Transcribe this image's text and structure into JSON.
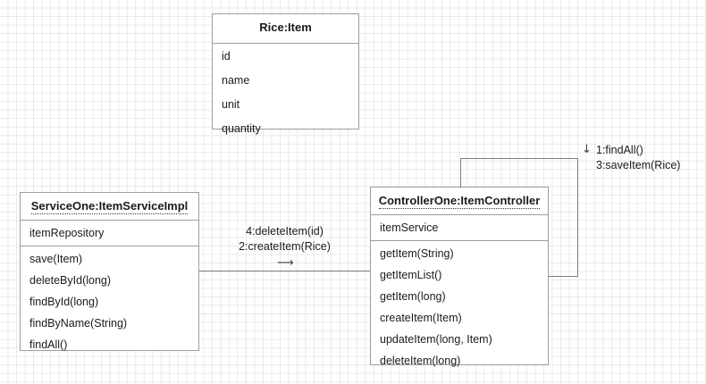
{
  "diagram": {
    "title": "UML collaboration diagram",
    "background": "#ffffff",
    "grid_color": "#e8e9ea",
    "line_color": "#7c8088",
    "box_border_color": "#9a9da3",
    "text_color": "#1b1b1b"
  },
  "classes": {
    "rice_item": {
      "title": "Rice:Item",
      "attributes": [
        "id",
        "name",
        "unit",
        "quantity"
      ],
      "operations": []
    },
    "service_one": {
      "title": "ServiceOne:ItemServiceImpl",
      "attributes": [
        "itemRepository"
      ],
      "operations": [
        "save(Item)",
        "deleteById(long)",
        "findById(long)",
        "findByName(String)",
        "findAll()"
      ]
    },
    "controller_one": {
      "title": "ControllerOne:ItemController",
      "attributes": [
        "itemService"
      ],
      "operations": [
        "getItem(String)",
        "getItemList()",
        "getItem(long)",
        "createItem(Item)",
        "updateItem(long, Item)",
        "deleteItem(long)"
      ]
    }
  },
  "messages": {
    "service_to_controller": {
      "lines": [
        "4:deleteItem(id)",
        "2:createItem(Rice)"
      ],
      "arrow": "⟶"
    },
    "controller_self": {
      "arrow": "↓",
      "lines": [
        "1:findAll()",
        "3:saveItem(Rice)"
      ]
    }
  }
}
